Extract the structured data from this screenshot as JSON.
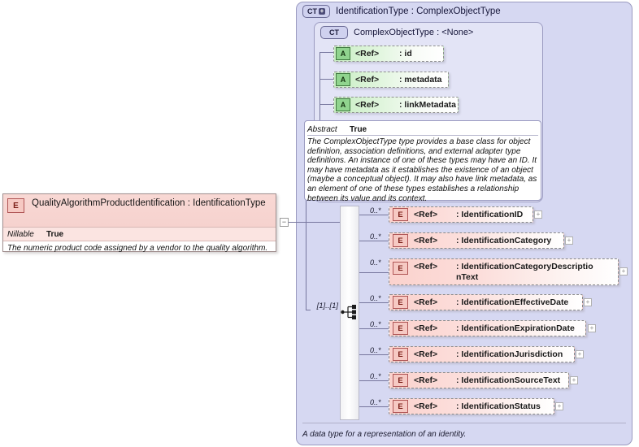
{
  "panel": {
    "badge": "CT",
    "badge_expand": "+",
    "title": "IdentificationType : ComplexObjectType",
    "caption": "A data type for a representation of an identity."
  },
  "complex_object_type": {
    "badge": "CT",
    "title": "ComplexObjectType : <None>",
    "abstract_key": "Abstract",
    "abstract_value": "True",
    "documentation": "The ComplexObjectType type provides a base class for object definition, association definitions, and external adapter type definitions. An instance of one of these types may have an ID. It may have metadata as it establishes the existence of an object (maybe a conceptual object). It may also have link metadata, as an element of one of these types establishes a relationship between its value and its context.",
    "attributes": [
      {
        "badge": "A",
        "ref": "<Ref>",
        "name": ": id"
      },
      {
        "badge": "A",
        "ref": "<Ref>",
        "name": ": metadata"
      },
      {
        "badge": "A",
        "ref": "<Ref>",
        "name": ": linkMetadata"
      }
    ]
  },
  "left_element": {
    "badge": "E",
    "title": "QualityAlgorithmProductIdentification : IdentificationType",
    "nillable_key": "Nillable",
    "nillable_value": "True",
    "documentation": "The numeric product code assigned by a vendor to the quality algorithm.",
    "collapse_glyph": "−"
  },
  "compositor": {
    "kind": "sequence-icon",
    "cardinality": "[1]..[1]"
  },
  "elements": [
    {
      "badge": "E",
      "ref": "<Ref>",
      "name": ": IdentificationID",
      "cardinality": "0..*",
      "expand": "+"
    },
    {
      "badge": "E",
      "ref": "<Ref>",
      "name": ": IdentificationCategory",
      "cardinality": "0..*",
      "expand": "+"
    },
    {
      "badge": "E",
      "ref": "<Ref>",
      "name": ": IdentificationCategoryDescriptionText",
      "cardinality": "0..*",
      "expand": "+"
    },
    {
      "badge": "E",
      "ref": "<Ref>",
      "name": ": IdentificationEffectiveDate",
      "cardinality": "0..*",
      "expand": "+"
    },
    {
      "badge": "E",
      "ref": "<Ref>",
      "name": ": IdentificationExpirationDate",
      "cardinality": "0..*",
      "expand": "+"
    },
    {
      "badge": "E",
      "ref": "<Ref>",
      "name": ": IdentificationJurisdiction",
      "cardinality": "0..*",
      "expand": "+"
    },
    {
      "badge": "E",
      "ref": "<Ref>",
      "name": ": IdentificationSourceText",
      "cardinality": "0..*",
      "expand": "+"
    },
    {
      "badge": "E",
      "ref": "<Ref>",
      "name": ": IdentificationStatus",
      "cardinality": "0..*",
      "expand": "+"
    }
  ],
  "colors": {
    "panel_fill": "#d6d8f2",
    "inner_fill": "#e3e4f6",
    "attribute_green": "#90d48e",
    "element_pink": "#f6c9c3",
    "line": "#77779e"
  }
}
